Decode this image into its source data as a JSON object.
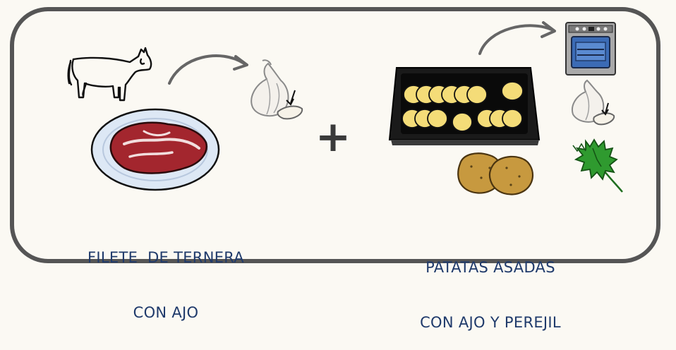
{
  "dish_left": {
    "line1": "FILETE  DE TERNERA",
    "line2": "CON AJO"
  },
  "plus_sign": "+",
  "dish_right": {
    "line1": "PATATAS ASADAS",
    "line2": "CON AJO Y PEREJIL"
  },
  "colors": {
    "frame": "#555555",
    "background": "#fbf9f3",
    "label_text": "#1f3a6b",
    "meat": "#a3262e",
    "plate": "#dde8f5",
    "potato": "#f4dc78",
    "tray": "#1a1a1a",
    "parsley": "#2f9a2f",
    "oven": "#a9a9a9"
  },
  "icons": [
    "cow-icon",
    "meat-plate-icon",
    "garlic-icon",
    "arrow-icon",
    "baking-tray-icon",
    "potatoes-icon",
    "oven-icon",
    "parsley-icon"
  ]
}
